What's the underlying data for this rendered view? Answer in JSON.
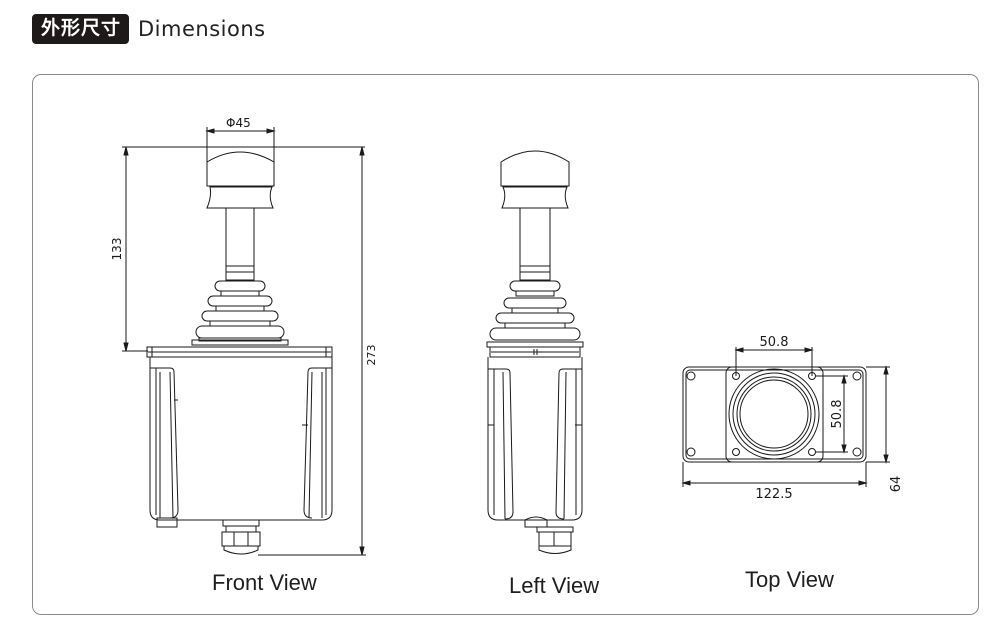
{
  "header": {
    "badge_label": "外形尺寸",
    "title": "Dimensions"
  },
  "views": {
    "front": {
      "label": "Front View",
      "dims": {
        "knob_diameter": "Φ45",
        "handle_height": "133",
        "total_height": "273"
      }
    },
    "left": {
      "label": "Left View"
    },
    "top": {
      "label": "Top View",
      "dims": {
        "hole_spacing_x": "50.8",
        "hole_spacing_y": "50.8",
        "width": "122.5",
        "depth": "64"
      }
    }
  },
  "colors": {
    "line": "#1a1a1a",
    "badge_bg": "#1e1a1a",
    "panel_border": "#8a8a8a"
  }
}
